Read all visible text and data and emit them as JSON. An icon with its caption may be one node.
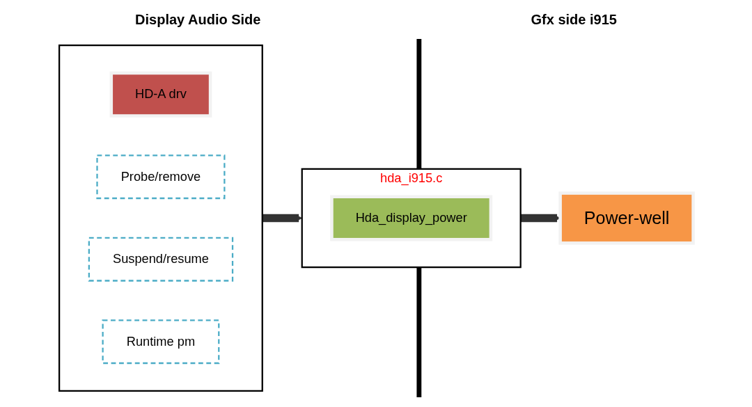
{
  "diagram": {
    "nodes": [
      {
        "text": [],
        "shape": "box"
      },
      {
        "text": [
          "HD-A drv"
        ],
        "in": 0
      },
      {
        "text": [
          "Probe/remove"
        ],
        "in": 0
      },
      {
        "text": [
          "Suspend/resume"
        ],
        "in": 0
      },
      {
        "text": [
          "Runtime pm"
        ],
        "in": 0
      },
      {
        "text": [
          "hda_i915.c"
        ]
      },
      {
        "text": [
          "Hda_display_power"
        ],
        "in": 5
      },
      {
        "text": [
          "Power-well"
        ]
      }
    ],
    "edges": [
      {
        "from": 0,
        "to": 5,
        "arrow": "to"
      },
      {
        "from": 5,
        "to": 7,
        "arrow": "to"
      }
    ],
    "labels": [
      "Display Audio Side",
      "Gfx side i915"
    ]
  }
}
